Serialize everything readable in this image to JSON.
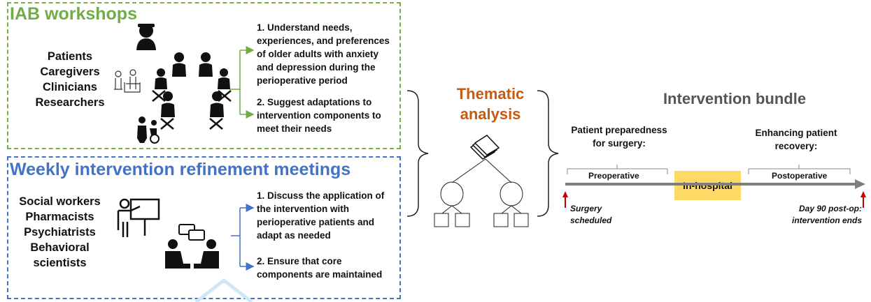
{
  "iab": {
    "title": "IAB workshops",
    "people": [
      "Patients",
      "Caregivers",
      "Clinicians",
      "Researchers"
    ],
    "item1": [
      "1. Understand needs,",
      "experiences, and preferences",
      "of older adults with anxiety",
      "and depression during the",
      "perioperative period"
    ],
    "item2": [
      "2. Suggest adaptations to",
      "intervention components to",
      "meet their needs"
    ]
  },
  "weekly": {
    "title": "Weekly intervention refinement meetings",
    "people": [
      "Social workers",
      "Pharmacists",
      "Psychiatrists",
      "Behavioral",
      "scientists"
    ],
    "item1": [
      "1. Discuss the application of",
      "the intervention with",
      "perioperative patients and",
      "adapt as needed"
    ],
    "item2": [
      "2. Ensure that core",
      "components are maintained"
    ]
  },
  "thematic": {
    "lines": [
      "Thematic",
      "analysis"
    ]
  },
  "bundle": {
    "title": "Intervention bundle",
    "preparedness": [
      "Patient preparedness",
      "for surgery:"
    ],
    "recovery": [
      "Enhancing patient",
      "recovery:"
    ],
    "preoperative": "Preoperative",
    "inhospital": "In-hospital",
    "postoperative": "Postoperative",
    "start_note": [
      "Surgery",
      "scheduled"
    ],
    "end_note": [
      "Day 90 post-op:",
      "intervention ends"
    ]
  },
  "colors": {
    "green": "#70ad47",
    "blue": "#4472c4",
    "orange": "#c55a11",
    "yellow": "#ffd966",
    "arrow_gray": "#7f7f7f",
    "marker_red": "#c00000"
  },
  "icons": [
    "person-head-icon",
    "group-circle-icon",
    "caregivers-icon",
    "wheelchair-icon",
    "presenter-icon",
    "conversation-icon",
    "document-stack-icon",
    "tree-diagram-icon"
  ]
}
